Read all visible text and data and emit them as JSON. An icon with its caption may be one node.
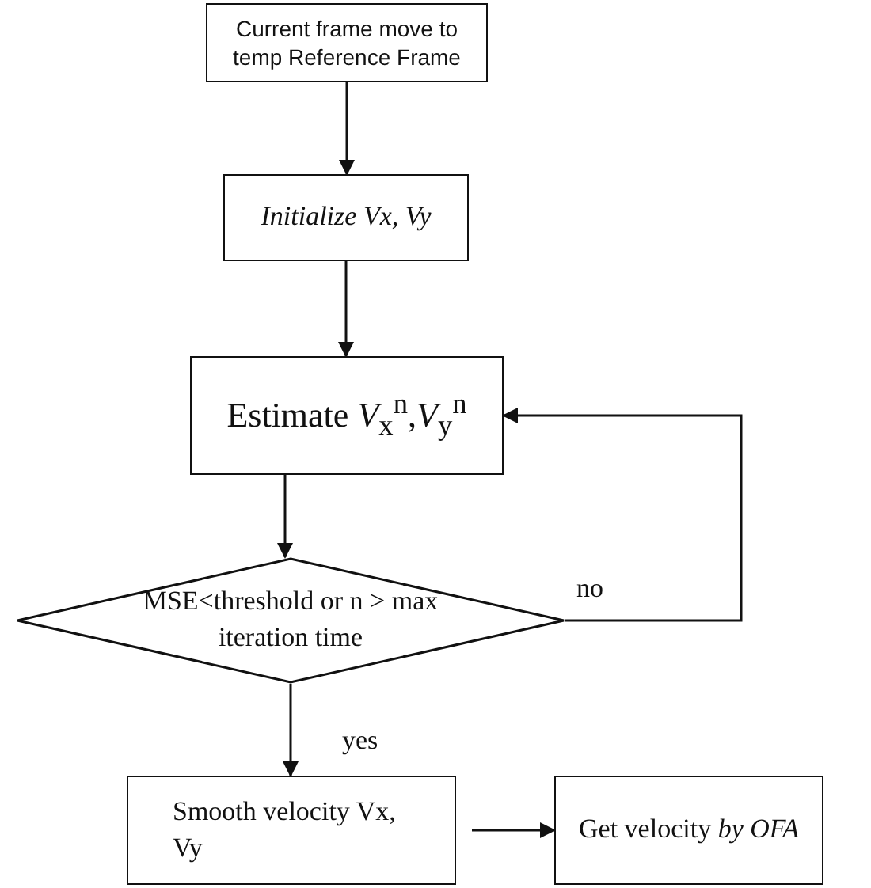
{
  "diagram": {
    "nodes": [
      {
        "text": [
          "Current frame move to temp Reference Frame"
        ]
      },
      {
        "text": [
          "Initialize Vx, Vy"
        ]
      },
      {
        "text": [
          "Estimate *V*$_{x}$$^{n}$,*V*$_{y}$$^{n}$"
        ]
      },
      {
        "text": [
          "MSE<threshold or n > max iteration time"
        ]
      },
      {
        "text": [
          "Smooth velocity Vx, Vy"
        ]
      },
      {
        "text": [
          "Get velocity *by OFA*"
        ]
      }
    ],
    "edges": [
      {
        "from": 0,
        "to": 1,
        "arrow": "to"
      },
      {
        "from": 1,
        "to": 2,
        "arrow": "to"
      },
      {
        "from": 2,
        "to": 3,
        "arrow": "to"
      },
      {
        "from": 3,
        "to": 2,
        "arrow": "to",
        "label": "no"
      },
      {
        "from": 3,
        "to": 4,
        "arrow": "to",
        "label": "yes"
      },
      {
        "from": 4,
        "to": 5,
        "arrow": "to"
      }
    ]
  }
}
